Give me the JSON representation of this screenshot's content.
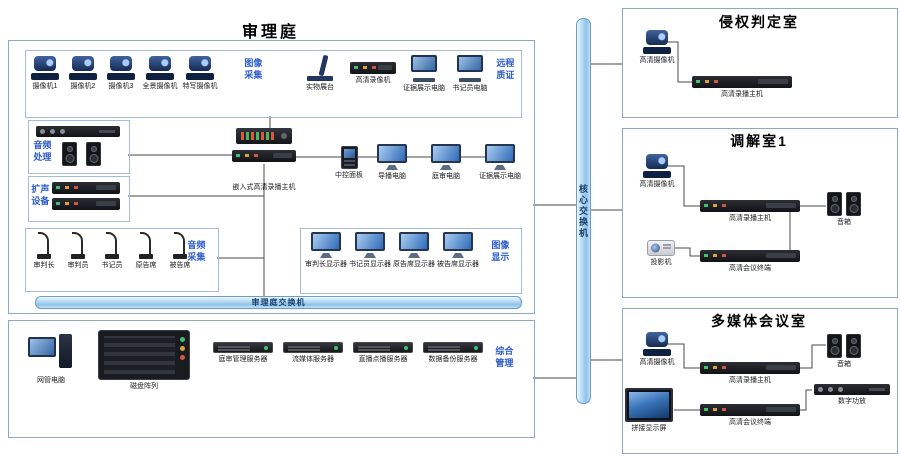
{
  "colors": {
    "box_border": "#8fa9c4",
    "bar_border": "#6a9cc9",
    "bar_fill": "#8fc2ea",
    "group_label_blue": "#2b5bcc",
    "wire": "#4a4a4a"
  },
  "trial": {
    "title": "审理庭",
    "switch_label": "审理庭交换机",
    "capture": {
      "group_label": "图像采集",
      "remote_label": "远程质证",
      "cameras": [
        "摄像机1",
        "摄像机2",
        "摄像机3",
        "全景摄像机",
        "特写摄像机"
      ],
      "doc_cam": "实物展台",
      "recorder": "高清录像机",
      "pc1": "证据展示电脑",
      "pc2": "书记员电脑"
    },
    "audio": {
      "group1": "音频处理",
      "group2": "扩声设备"
    },
    "center": {
      "recorder_label": "嵌入式高清录播主机"
    },
    "chain": [
      "中控面板",
      "导播电脑",
      "庭审电脑",
      "证据展示电脑"
    ],
    "mics": {
      "group_label": "音频采集",
      "items": [
        "审判长",
        "审判员",
        "书记员",
        "原告席",
        "被告席"
      ]
    },
    "displays": {
      "group_label": "图像显示",
      "items": [
        "审判长显示器",
        "书记员显示器",
        "原告席显示器",
        "被告席显示器"
      ]
    }
  },
  "management": {
    "group_label": "综合管理",
    "pc": "网管电脑",
    "storage": "磁盘阵列",
    "servers": [
      "庭审管理服务器",
      "流媒体服务器",
      "直播点播服务器",
      "数据备份服务器"
    ]
  },
  "core_switch_label": "核心交换机",
  "rooms": [
    {
      "title": "侵权判定室",
      "camera": "高清摄像机",
      "recorder": "高清录播主机"
    },
    {
      "title": "调解室1",
      "camera": "高清摄像机",
      "recorder": "高清录播主机",
      "speakers": "音箱",
      "projector": "投影机",
      "terminal": "高清会议终端"
    },
    {
      "title": "多媒体会议室",
      "camera": "高清摄像机",
      "recorder": "高清录播主机",
      "speakers": "音箱",
      "display": "拼接显示屏",
      "terminal": "高清会议终端",
      "amp": "数字功放"
    }
  ]
}
